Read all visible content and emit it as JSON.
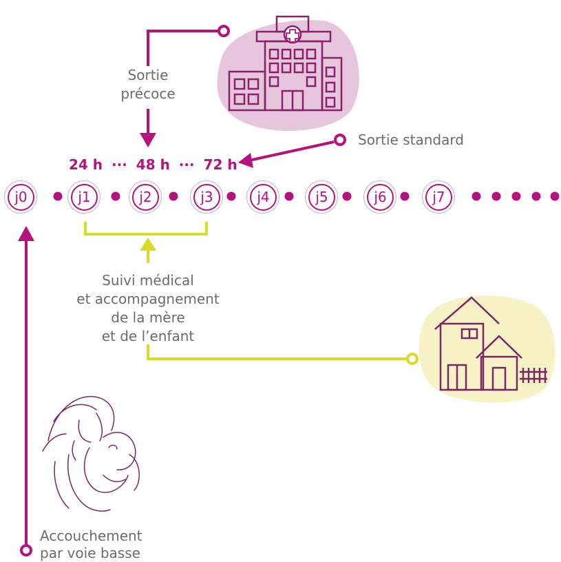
{
  "labels": {
    "early_discharge": [
      "Sortie",
      "précoce"
    ],
    "standard_discharge": "Sortie standard",
    "follow_up": [
      "Suivi médical",
      "et accompagnement",
      "de la mère",
      "et de l’enfant"
    ],
    "delivery": [
      "Accouchement",
      "par voie basse"
    ]
  },
  "hours": [
    "24 h",
    "···",
    "48 h",
    "···",
    "72 h"
  ],
  "days": [
    "j0",
    "j1",
    "j2",
    "j3",
    "j4",
    "j5",
    "j6",
    "j7"
  ],
  "colors": {
    "accent": "#b5117f",
    "follow": "#d8dc27",
    "text": "#6b6b6b",
    "hospital_blob": "#e6c6dc",
    "home_blob": "#f8f3c7"
  },
  "icons": [
    "hospital-icon",
    "house-icon",
    "mother-child-icon"
  ]
}
